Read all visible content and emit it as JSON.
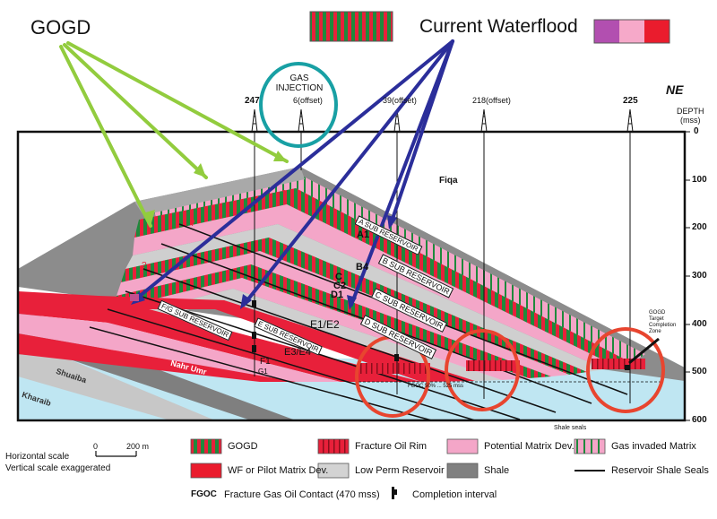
{
  "header": {
    "gogd_title": "GOGD",
    "waterflood_title": "Current Waterflood",
    "ne_label": "NE",
    "gas_injection_line1": "GAS",
    "gas_injection_line2": "INJECTION"
  },
  "wells": [
    {
      "label": "247"
    },
    {
      "label": "6(offset)"
    },
    {
      "label": "39(offset)"
    },
    {
      "label": "218(offset)"
    },
    {
      "label": "225"
    }
  ],
  "depth_axis": {
    "title_line1": "DEPTH",
    "title_line2": "(mss)",
    "ticks": [
      "0",
      "100",
      "200",
      "300",
      "400",
      "500",
      "600"
    ]
  },
  "formations": {
    "fiqa": "Fiqa",
    "nahr_umr": "Nahr Umr",
    "shuaiba": "Shuaiba",
    "kharaib": "Kharaib"
  },
  "sub_reservoirs": {
    "a": "A SUB RESERVOIR",
    "b": "B SUB RESERVOIR",
    "c": "C SUB RESERVOIR",
    "d": "D SUB RESERVOIR",
    "e": "E SUB RESERVOIR",
    "fg": "F/G SUB RESERVOIR"
  },
  "unit_labels": {
    "a1": "A1",
    "b4": "B4",
    "c2": "C2",
    "d1": "D1",
    "e1e2": "E1/E2",
    "e3e4": "E3/E4",
    "f1": "F1",
    "g1": "G1",
    "c": "C",
    "q1": "?",
    "q2": "?",
    "q3": "?"
  },
  "annotations": {
    "gogd_target_1": "GOGD",
    "gogd_target_2": "Target",
    "gogd_target_3": "Completion",
    "gogd_target_4": "Zone",
    "fgoc_note": "FGOC 50% ... 525 mss",
    "shale_seals": "Shale seals"
  },
  "scale": {
    "horizontal": "Horizontal scale",
    "vertical": "Vertical scale exaggerated",
    "bar_zero": "0",
    "bar_end": "200 m"
  },
  "legend": {
    "gogd": "GOGD",
    "fracture_oil_rim": "Fracture Oil Rim",
    "potential_matrix": "Potential Matrix Dev.",
    "gas_invaded": "Gas invaded Matrix",
    "wf_pilot": "WF or Pilot Matrix Dev.",
    "low_perm": "Low Perm Reservoir",
    "shale": "Shale",
    "seals": "Reservoir Shale Seals",
    "fgoc_abbr": "FGOC",
    "fgoc_full": "Fracture Gas Oil Contact (470 mss)",
    "completion": "Completion interval"
  },
  "colors": {
    "gogd_green": "#1e8a3c",
    "fracture_red": "#e8203a",
    "potential_pink": "#f4a6c8",
    "wf_magenta": "#c2508f",
    "low_perm_grey": "#cfcfcf",
    "shale_grey": "#808080",
    "water_blue": "#bfe6f2",
    "arrow_green": "#92cc3e",
    "arrow_blue": "#2b2e9a",
    "circle_teal": "#18a0a4",
    "circle_red": "#e8452f"
  }
}
